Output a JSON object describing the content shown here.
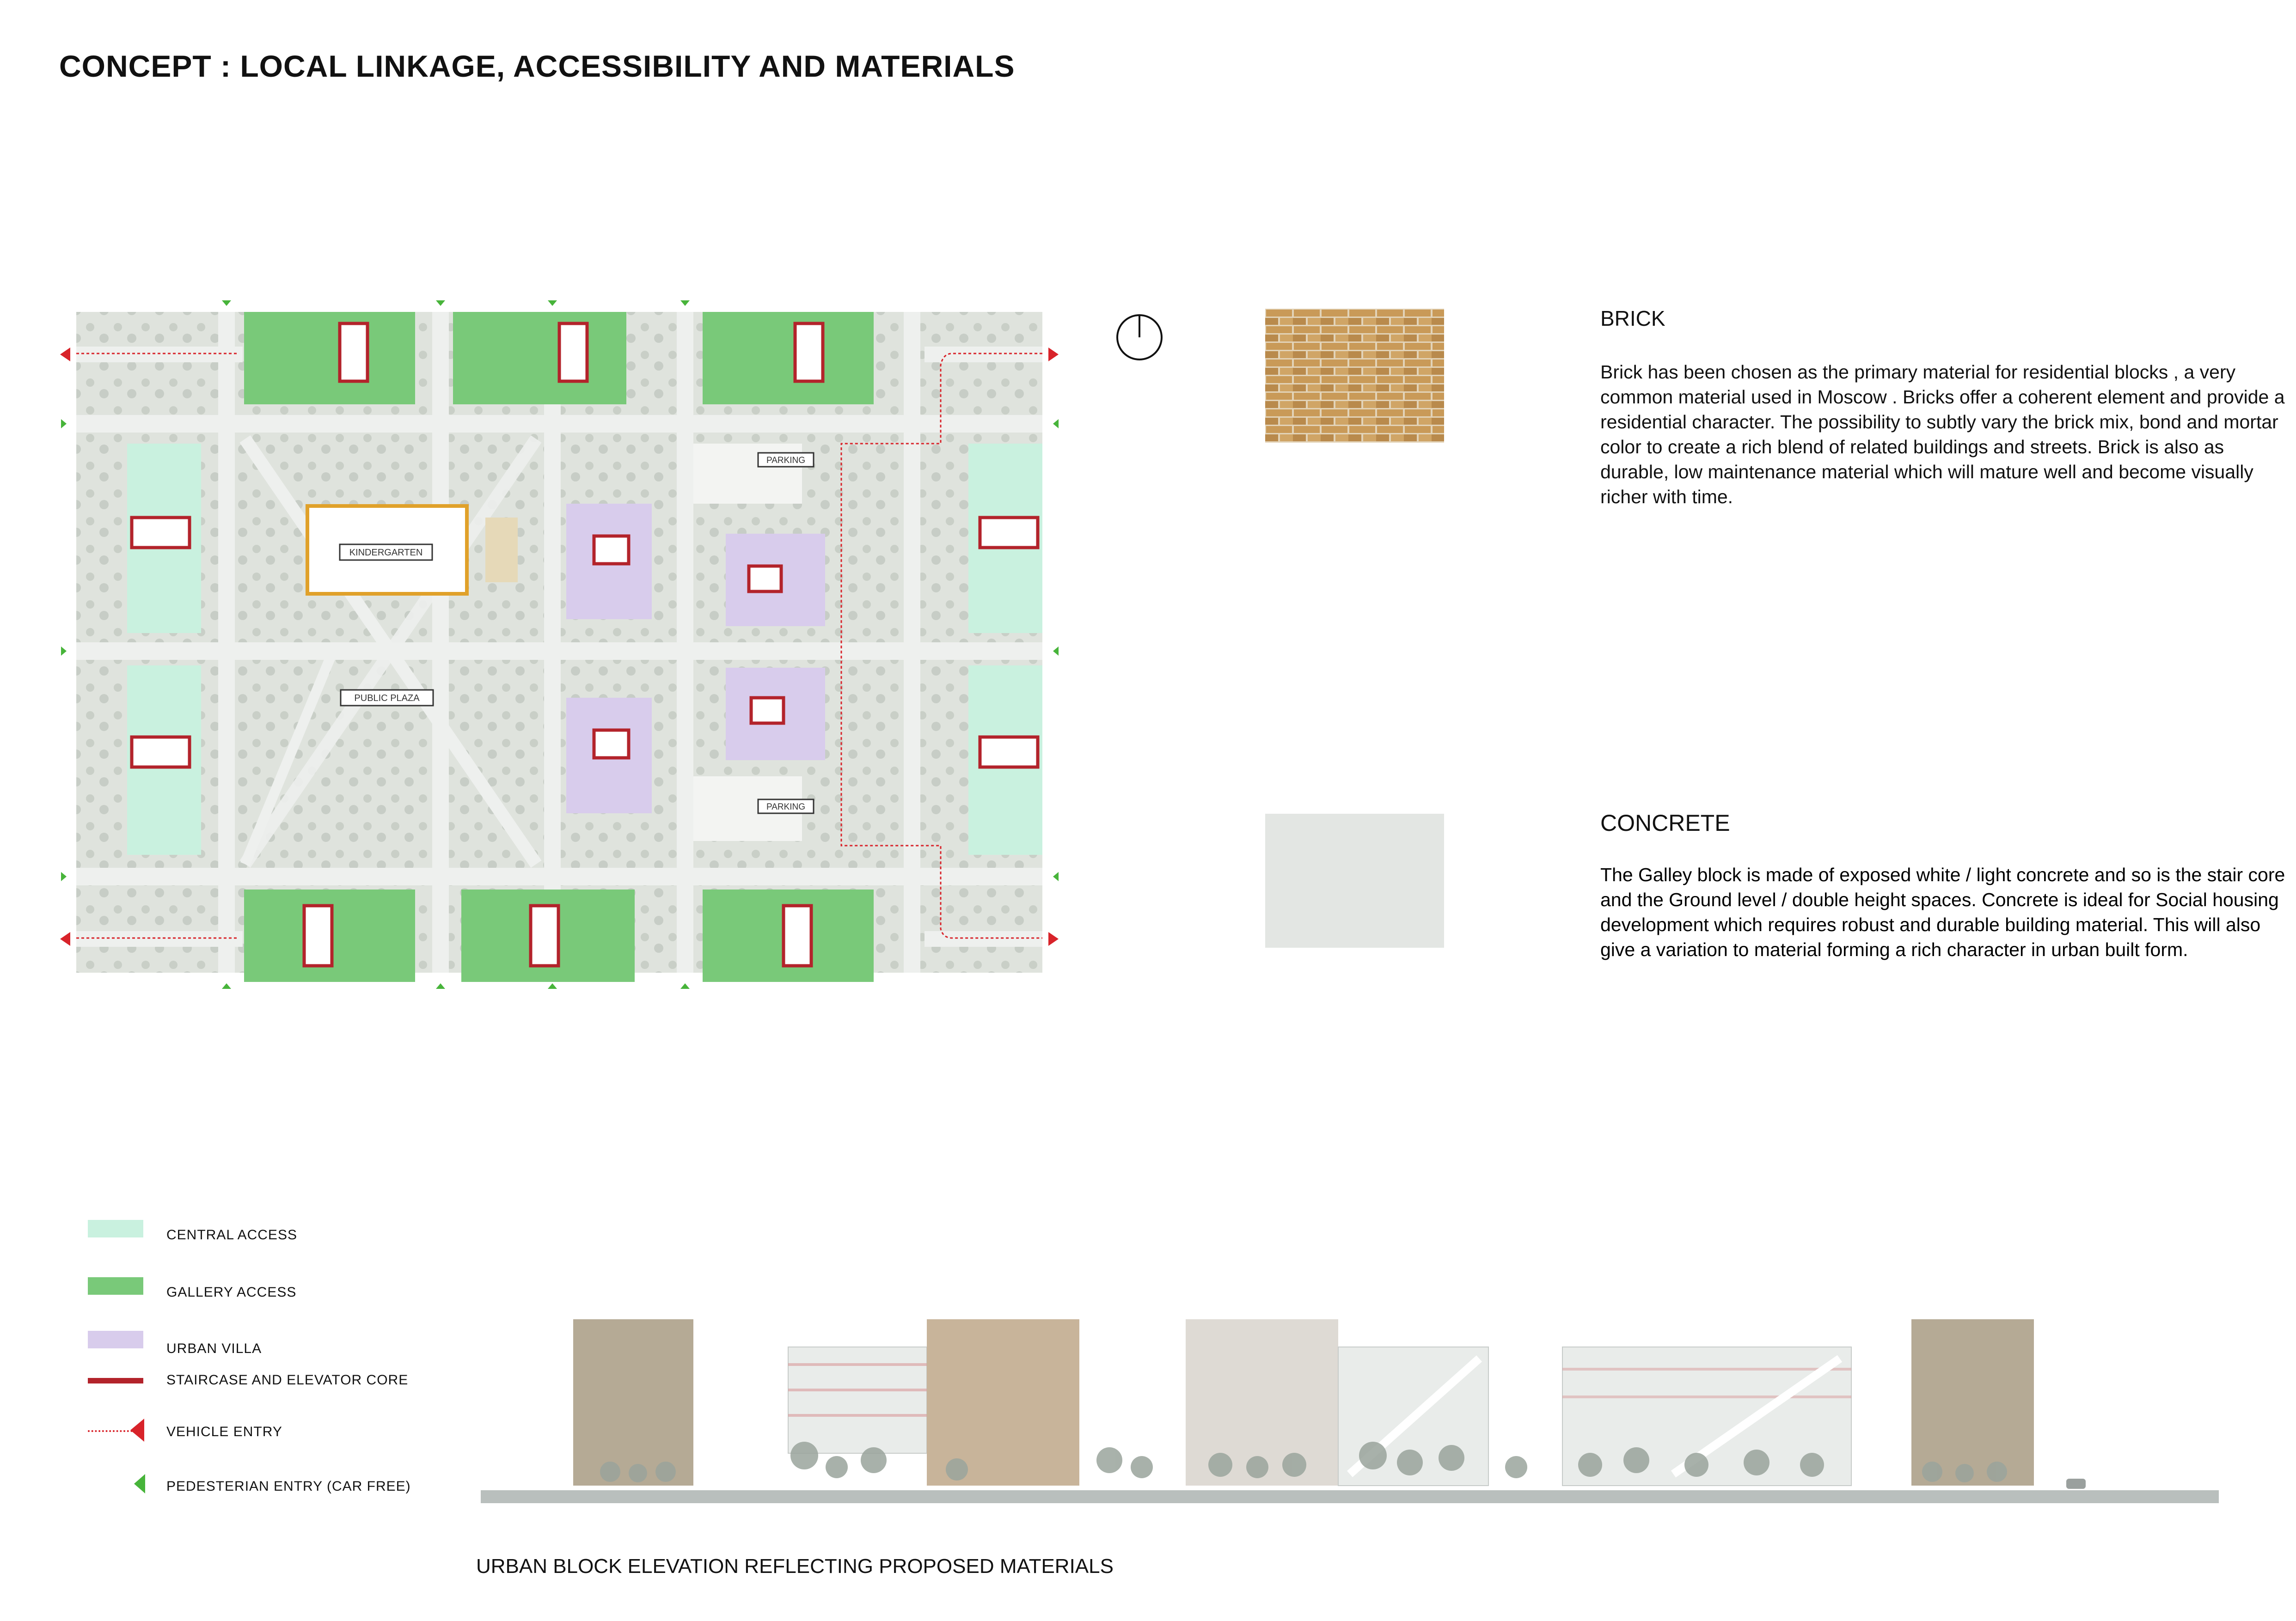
{
  "title": "CONCEPT : LOCAL LINKAGE, ACCESSIBILITY AND MATERIALS",
  "plan": {
    "labels": {
      "kindergarten": "KINDERGARTEN",
      "public_plaza": "PUBLIC PLAZA",
      "parking_top": "PARKING",
      "parking_bottom": "PARKING"
    }
  },
  "materials": {
    "brick": {
      "title": "BRICK",
      "body": "Brick has been chosen as the primary material for residential blocks , a very common material used in Moscow . Bricks offer a coherent element and provide a residential character. The possibility to subtly vary the brick mix, bond and mortar color to create a rich blend of related buildings and streets. Brick is also as durable, low maintenance material which will mature well and become visually richer with time."
    },
    "concrete": {
      "title": "CONCRETE",
      "body": "The Galley block is made of exposed white / light concrete and so is the stair core and the Ground level / double height spaces. Concrete is ideal for Social housing development which requires robust and durable building material. This will also give a variation to material forming a rich character in urban built form."
    }
  },
  "legend": {
    "central_access": "CENTRAL ACCESS",
    "gallery_access": "GALLERY ACCESS",
    "urban_villa": "URBAN VILLA",
    "core": "STAIRCASE AND ELEVATOR CORE",
    "vehicle_entry": "VEHICLE ENTRY",
    "pedestrian_entry": "PEDESTERIAN ENTRY (CAR FREE)"
  },
  "elevation_caption": "URBAN BLOCK ELEVATION REFLECTING PROPOSED MATERIALS",
  "colors": {
    "central_access": "#c9f1df",
    "gallery_access": "#79c979",
    "urban_villa": "#d8ccec",
    "core": "#b3232b",
    "vehicle_entry": "#d8232a",
    "pedestrian_entry": "#47b43a",
    "kindergarten_outline": "#e0a12a",
    "site_ground": "#d7dbd5",
    "road": "#ecefed",
    "brick": "#c79a5a",
    "concrete": "#e9ebe8"
  }
}
